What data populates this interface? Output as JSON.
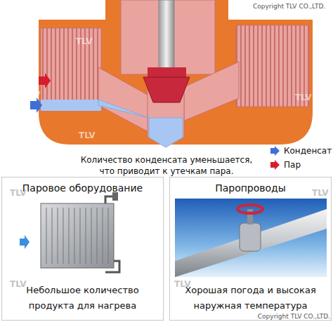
{
  "diagram": {
    "caption": "Количество конденсата уменьшается, что приводит к утечкам пара.",
    "nodes": [
      {
        "text": [
          "Паровое оборудование",
          "Небольшое количество продукта для нагрева"
        ]
      },
      {
        "text": [
          "Паропроводы",
          "Хорошая погода и высокая наружная температура"
        ]
      }
    ],
    "labels": [
      "Copyright TLV CO.,LTD.",
      "Copyright TLV CO.,LTD.",
      "TLV",
      "TLV",
      "TLV",
      "TLV",
      "TLV",
      "TLV",
      "TLV",
      "TLV"
    ],
    "legend": [
      {
        "text": "Конденсат",
        "color": "#3d6fd8"
      },
      {
        "text": "Пар",
        "color": "#d81c2c"
      }
    ]
  }
}
